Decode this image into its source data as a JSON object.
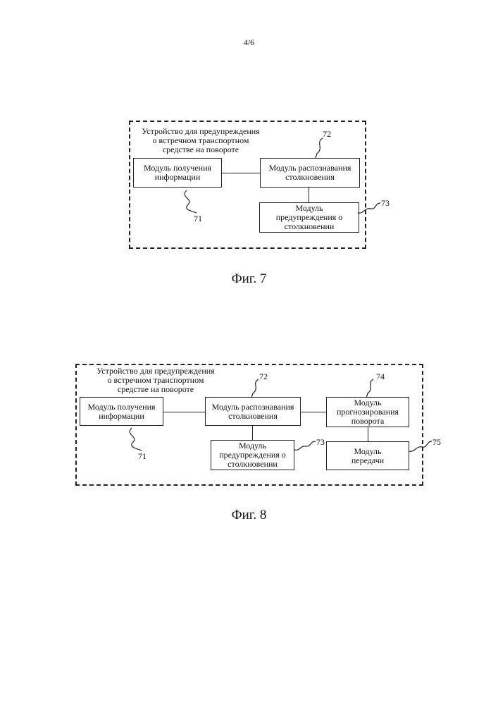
{
  "page": {
    "number": "4/6"
  },
  "fig7": {
    "caption": "Фиг. 7",
    "device_title_lines": [
      "Устройство для предупреждения",
      "о встречном транспортном",
      "средстве на повороте"
    ],
    "info_module": [
      "Модуль получения",
      "информации"
    ],
    "recognition_module": [
      "Модуль распознавания",
      "столкновения"
    ],
    "warning_module": [
      "Модуль",
      "предупреждения о",
      "столкновении"
    ],
    "refs": {
      "info": "71",
      "recognition": "72",
      "warning": "73"
    }
  },
  "fig8": {
    "caption": "Фиг. 8",
    "device_title_lines": [
      "Устройство для предупреждения",
      "о встречном транспортном",
      "средстве на повороте"
    ],
    "info_module": [
      "Модуль получения",
      "информации"
    ],
    "recognition_module": [
      "Модуль распознавания",
      "столкновения"
    ],
    "warning_module": [
      "Модуль",
      "предупреждения о",
      "столкновении"
    ],
    "prediction_module": [
      "Модуль",
      "прогнозирования",
      "поворота"
    ],
    "transmit_module": [
      "Модуль",
      "передачи"
    ],
    "refs": {
      "info": "71",
      "recognition": "72",
      "warning": "73",
      "prediction": "74",
      "transmit": "75"
    }
  }
}
